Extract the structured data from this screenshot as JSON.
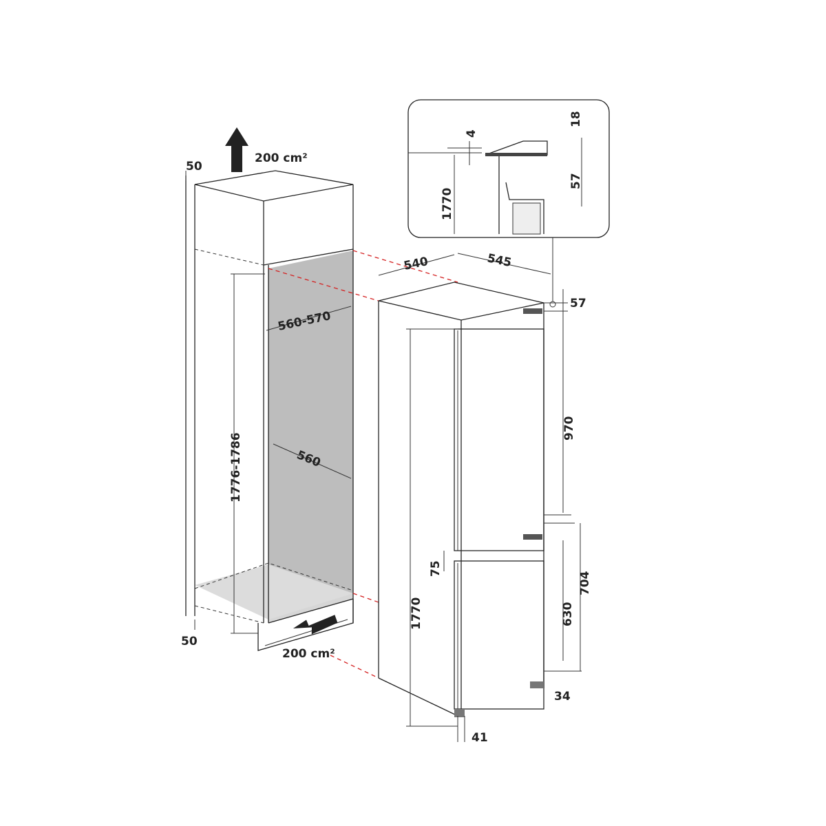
{
  "diagram": {
    "cabinet": {
      "top_clearance": "50",
      "top_vent_area": "200 cm²",
      "bottom_clearance": "50",
      "bottom_vent_area": "200 cm²",
      "niche_width": "560-570",
      "niche_height": "1776-1786",
      "niche_depth": "560"
    },
    "appliance": {
      "width": "540",
      "depth": "545",
      "top_offset": "57",
      "upper_door_height": "970",
      "door_gap": "75",
      "lower_section_height": "704",
      "lower_door_height": "630",
      "total_height": "1770",
      "bottom_offset": "34",
      "foot_depth": "41"
    },
    "detail_inset": {
      "gap_top": "4",
      "top_bracket": "18",
      "height": "1770",
      "bracket_drop": "57"
    },
    "colors": {
      "line": "#222222",
      "guide": "#d42020",
      "niche_fill": "#bdbdbd",
      "floor_fill": "#d6d6d6"
    }
  }
}
